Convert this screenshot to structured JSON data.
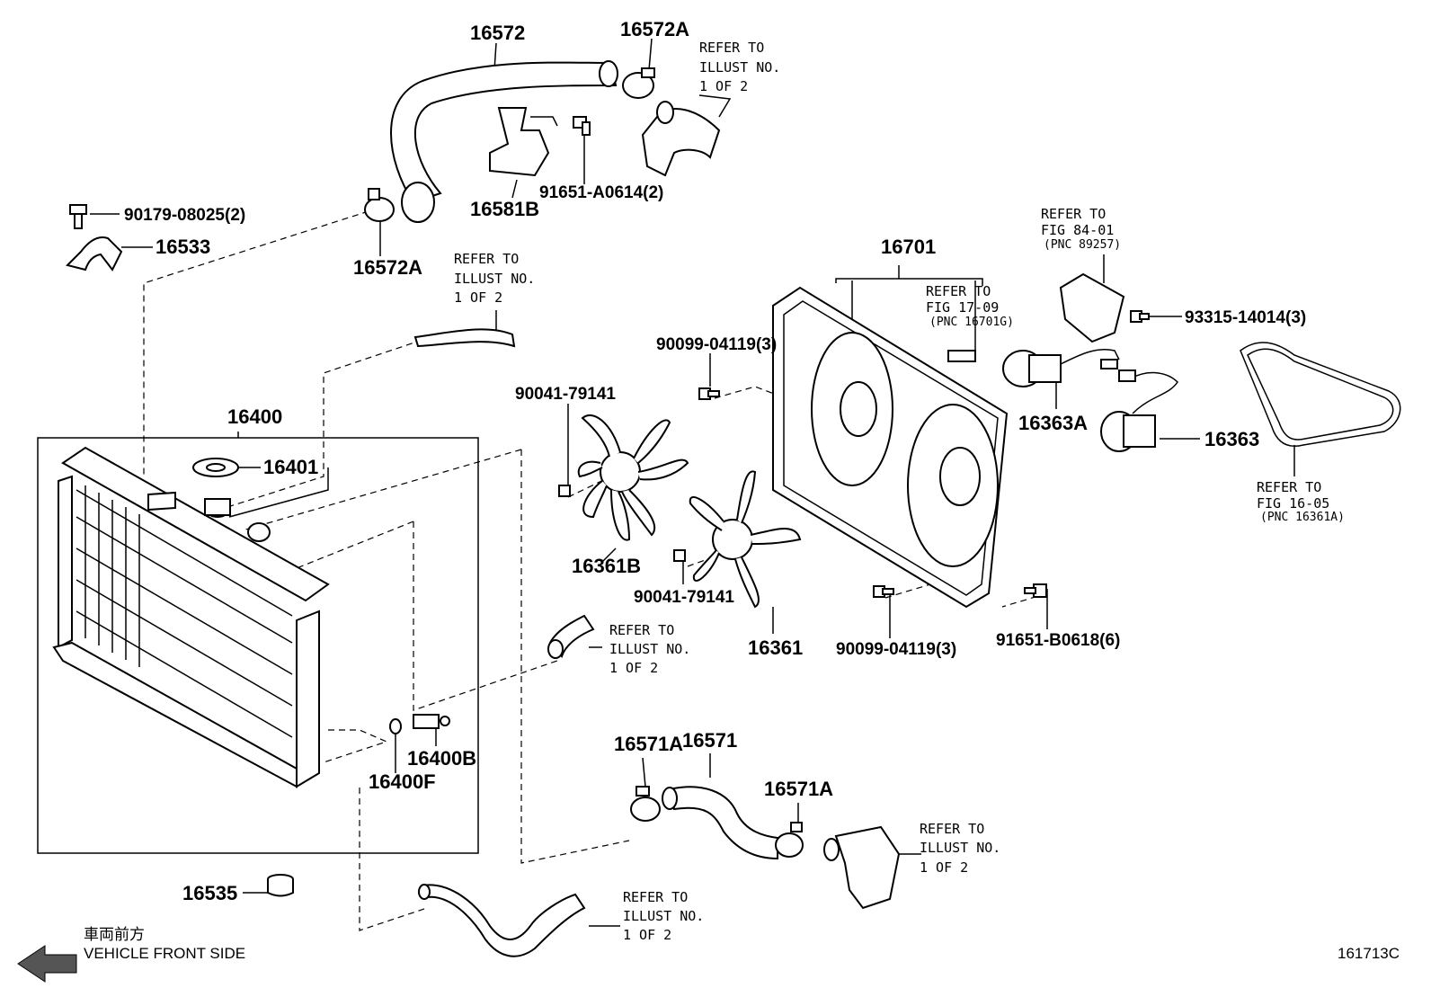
{
  "diagram_id": "161713C",
  "legend": {
    "japanese": "車両前方",
    "english": "VEHICLE FRONT SIDE"
  },
  "parts": {
    "p16572": "16572",
    "p16572A_top": "16572A",
    "p16572A_left": "16572A",
    "p16581B": "16581B",
    "p91651A0614": "91651-A0614(2)",
    "p9017908025": "90179-08025(2)",
    "p16533": "16533",
    "p16400": "16400",
    "p16401": "16401",
    "p16400B": "16400B",
    "p16400F": "16400F",
    "p16535": "16535",
    "p16701": "16701",
    "p9009904119_a": "90099-04119(3)",
    "p9009904119_b": "90099-04119(3)",
    "p9004179141_a": "90041-79141",
    "p9004179141_b": "90041-79141",
    "p16361B": "16361B",
    "p16361": "16361",
    "p16363A": "16363A",
    "p16363": "16363",
    "p9331514014": "93315-14014(3)",
    "p91651B0618": "91651-B0618(6)",
    "p16571A_left": "16571A",
    "p16571": "16571",
    "p16571A_right": "16571A"
  },
  "notes": {
    "refer_top": [
      "REFER TO",
      "ILLUST NO.",
      "1 OF 2"
    ],
    "refer_hose": [
      "REFER TO",
      "ILLUST NO.",
      "1 OF 2"
    ],
    "refer_mid": [
      "REFER TO",
      "ILLUST NO.",
      "1 OF 2"
    ],
    "refer_inlet": [
      "REFER TO",
      "ILLUST NO.",
      "1 OF 2"
    ],
    "refer_bottom": [
      "REFER TO",
      "ILLUST NO.",
      "1 OF 2"
    ],
    "fig1709": [
      "REFER TO",
      "FIG 17-09",
      "(PNC 16701G)"
    ],
    "fig8401": [
      "REFER TO",
      "FIG 84-01",
      "(PNC 89257)"
    ],
    "fig1605": [
      "REFER TO",
      "FIG 16-05",
      "(PNC 16361A)"
    ]
  }
}
